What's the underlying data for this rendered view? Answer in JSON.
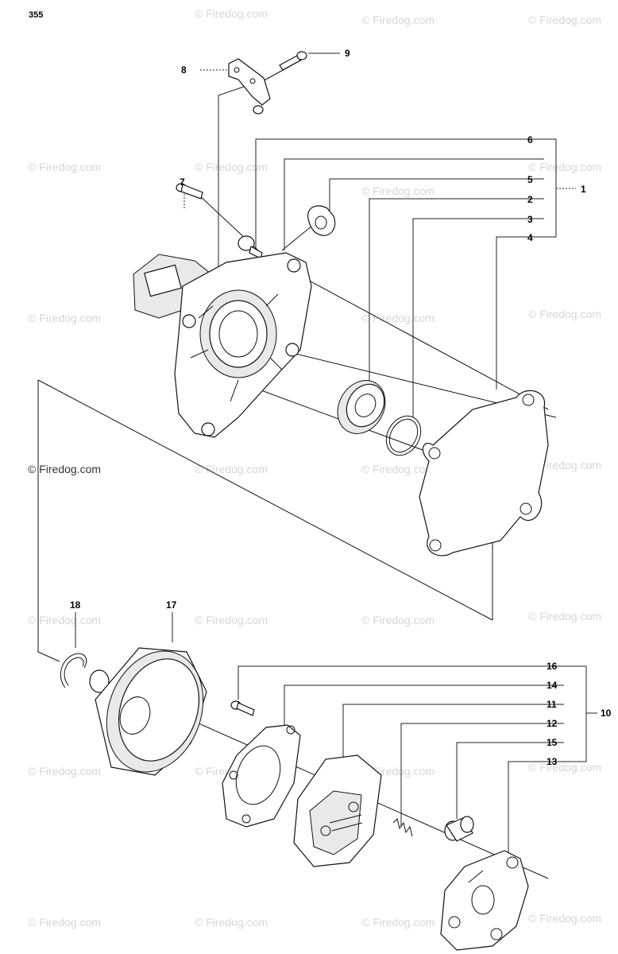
{
  "page_number": "355",
  "watermark": "© Firedog.com",
  "callouts": {
    "c1": "1",
    "c2": "2",
    "c3": "3",
    "c4": "4",
    "c5": "5",
    "c6": "6",
    "c7": "7",
    "c8": "8",
    "c9": "9",
    "c10": "10",
    "c11": "11",
    "c12": "12",
    "c13": "13",
    "c14": "14",
    "c15": "15",
    "c16": "16",
    "c17": "17",
    "c18": "18"
  },
  "colors": {
    "line": "#111111",
    "watermark": "#d6d6d6"
  }
}
